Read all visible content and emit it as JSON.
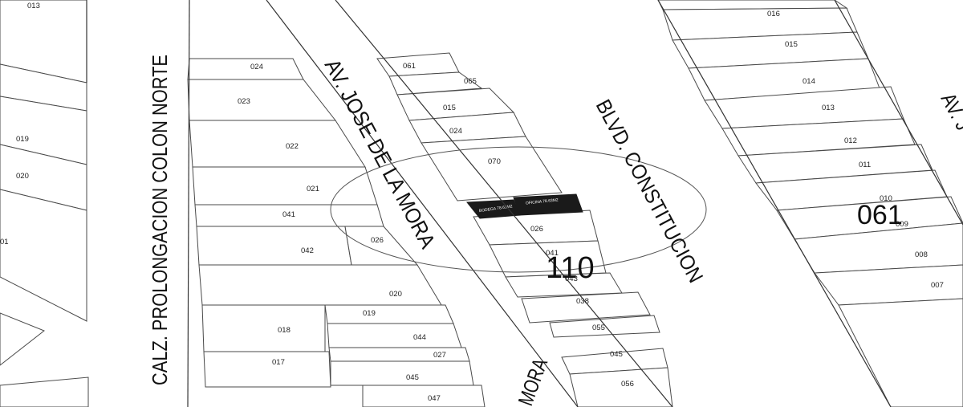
{
  "streets": {
    "calz_colon": "CALZ. PROLONGACION COLON NORTE",
    "jose_mora": "AV. JOSE DE LA MORA",
    "constitucion": "BLVD. CONSTITUCION",
    "mora_partial": "MORA",
    "av_partial": "AV. J"
  },
  "blocks": {
    "b110": "110",
    "b061": "061"
  },
  "highlight": {
    "label_1": "BODEGA\n78.63M2",
    "label_2": "OFICINA\n78.63M2"
  },
  "lots": {
    "far_left": [
      "013",
      "019",
      "020",
      "01"
    ],
    "left_block": [
      "024",
      "023",
      "022",
      "021",
      "041",
      "042",
      "020",
      "019",
      "018",
      "044",
      "027",
      "017",
      "045",
      "047"
    ],
    "middle_block": [
      "061",
      "065",
      "015",
      "024",
      "070",
      "026",
      "026",
      "041",
      "043",
      "038",
      "055",
      "045",
      "056"
    ],
    "right_block": [
      "016",
      "015",
      "014",
      "013",
      "012",
      "011",
      "010",
      "009",
      "008",
      "007"
    ]
  },
  "colors": {
    "background": "#ffffff",
    "line": "#4a4a4a",
    "highlight": "#1a1a1a"
  }
}
